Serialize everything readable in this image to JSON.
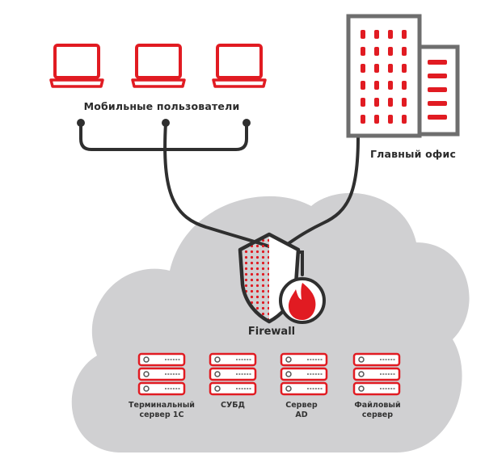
{
  "colors": {
    "accent": "#e11b22",
    "dark": "#2f2f2f",
    "cloud": "#cfcfd1",
    "building_frame": "#6e6e6e"
  },
  "mobile_users": {
    "label": "Мобильные пользователи"
  },
  "main_office": {
    "label": "Главный офис"
  },
  "firewall": {
    "label": "Firewall",
    "icon": "shield-fire-icon"
  },
  "servers": [
    {
      "line1": "Терминальный",
      "line2": "сервер 1С"
    },
    {
      "line1": "СУБД",
      "line2": ""
    },
    {
      "line1": "Сервер",
      "line2": "AD"
    },
    {
      "line1": "Файловый",
      "line2": "сервер"
    }
  ]
}
